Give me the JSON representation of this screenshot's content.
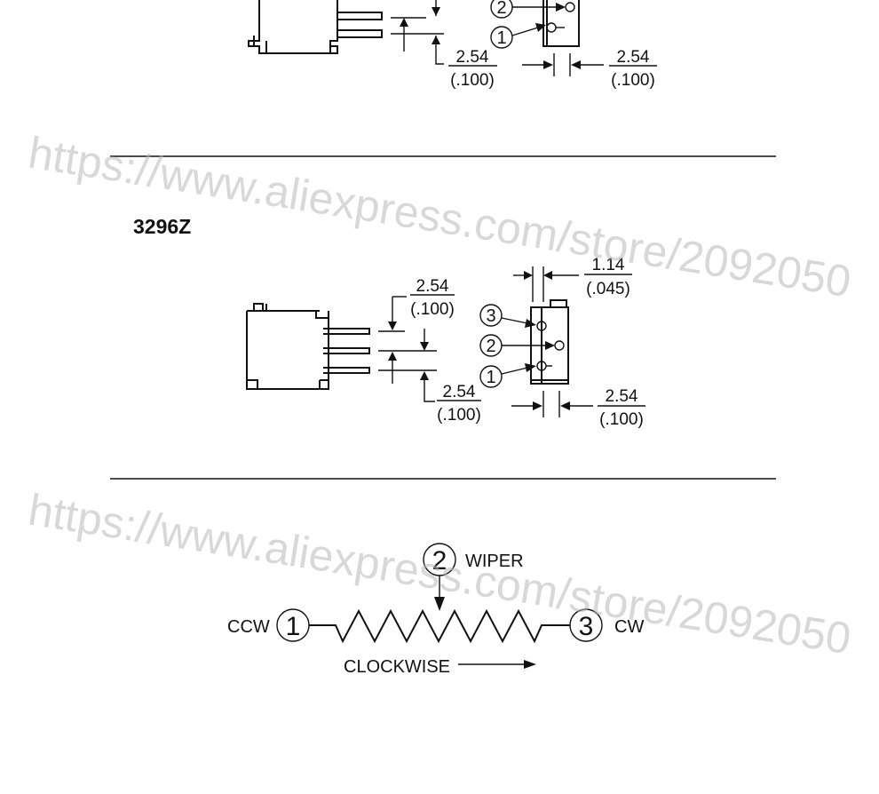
{
  "watermark": "https://www.aliexpress.com/store/2092050",
  "top_fragment": {
    "dim_left_mm": "2.54",
    "dim_left_in": "(.100)",
    "dim_right_mm": "2.54",
    "dim_right_in": "(.100)",
    "pin_2": "2",
    "pin_1": "1"
  },
  "model_3296z": {
    "heading": "3296Z",
    "dim_top_mm": "1.14",
    "dim_top_in": "(.045)",
    "dim_pitch_upper_mm": "2.54",
    "dim_pitch_upper_in": "(.100)",
    "dim_pitch_lower_mm": "2.54",
    "dim_pitch_lower_in": "(.100)",
    "dim_bottom_mm": "2.54",
    "dim_bottom_in": "(.100)",
    "pin_3": "3",
    "pin_2": "2",
    "pin_1": "1"
  },
  "schematic": {
    "pin_1": "1",
    "pin_2": "2",
    "pin_3": "3",
    "ccw_label": "CCW",
    "cw_label": "CW",
    "wiper_label": "WIPER",
    "clockwise_label": "CLOCKWISE"
  }
}
